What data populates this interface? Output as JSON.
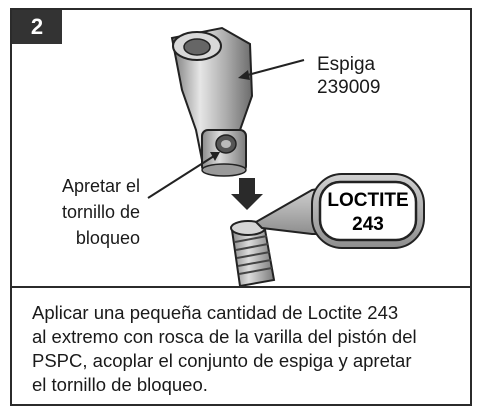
{
  "step": {
    "number": "2"
  },
  "callouts": {
    "part_name": "Espiga",
    "part_number": "239009",
    "instruction_lines": [
      "Apretar el",
      "tornillo de",
      "bloqueo"
    ]
  },
  "bottle": {
    "brand": "LOCTITE",
    "grade": "243"
  },
  "description_lines": [
    "Aplicar una pequeña cantidad de Loctite 243",
    "al extremo con rosca de la varilla del pistón del",
    "PSPC, acoplar el conjunto de espiga y apretar",
    "el tornillo de bloqueo."
  ],
  "colors": {
    "frame": "#2b2b2b",
    "badge": "#333333",
    "metal": "#b5b5b5",
    "arrow": "#2a2a2a"
  }
}
